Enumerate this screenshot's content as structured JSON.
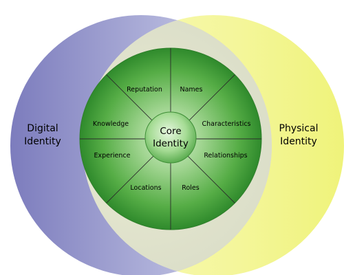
{
  "diagram": {
    "left_circle": {
      "label_line1": "Digital",
      "label_line2": "Identity",
      "color": "#7f7fc0"
    },
    "right_circle": {
      "label_line1": "Physical",
      "label_line2": "Identity",
      "color": "#f2f58a"
    },
    "wheel": {
      "color": "#3f9a3a",
      "segments": [
        "Reputation",
        "Names",
        "Characteristics",
        "Relationships",
        "Roles",
        "Locations",
        "Experience",
        "Knowledge"
      ]
    },
    "core": {
      "label_line1": "Core",
      "label_line2": "Identity"
    }
  }
}
